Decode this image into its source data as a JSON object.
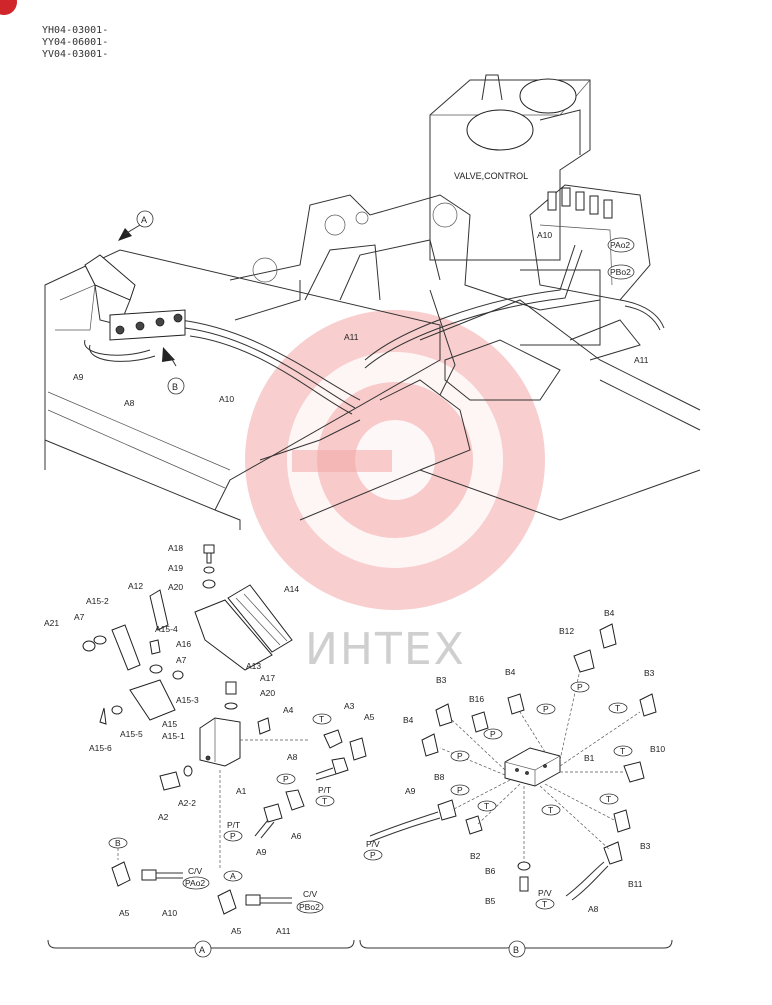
{
  "serials": [
    "YH04-03001-",
    "YY04-06001-",
    "YV04-03001-"
  ],
  "overview": {
    "valve_label": "VALVE,CONTROL",
    "callout_a": "A",
    "callout_b": "B",
    "labels": {
      "a9": "A9",
      "a8": "A8",
      "a10_left": "A10",
      "a10_valve": "A10",
      "a11_center": "A11",
      "a11_right": "A11"
    },
    "ports": {
      "pao2": "PAo2",
      "pbo2": "PBo2"
    }
  },
  "watermark": {
    "text": "ИНТЕХ",
    "color": "#f2a6a6"
  },
  "detail_a": {
    "section_label": "A",
    "parts": {
      "a18": "A18",
      "a19": "A19",
      "a20_top": "A20",
      "a14": "A14",
      "a12": "A12",
      "a15_2": "A15-2",
      "a7_left": "A7",
      "a21": "A21",
      "a15_4": "A15-4",
      "a16": "A16",
      "a7_right": "A7",
      "a15_3": "A15-3",
      "a17": "A17",
      "a13": "A13",
      "a20_mid": "A20",
      "a4": "A4",
      "a3": "A3",
      "a5_top": "A5",
      "a15": "A15",
      "a15_1": "A15-1",
      "a15_5": "A15-5",
      "a15_6": "A15-6",
      "a8": "A8",
      "a1": "A1",
      "a2_2": "A2-2",
      "a2": "A2",
      "a6": "A6",
      "a9": "A9",
      "a5_left": "A5",
      "a10": "A10",
      "a5_bottom": "A5",
      "a11": "A11"
    },
    "port_tags": {
      "t_top": "T",
      "p_mid": "P",
      "pt_right": "P/T",
      "t_right": "T",
      "pt_lower": "P/T",
      "p_lower": "P",
      "b_tag": "B",
      "a_tag": "A",
      "cv_1": "C/V",
      "cv_2": "C/V",
      "pao2": "PAo2",
      "pbo2": "PBo2"
    }
  },
  "detail_b": {
    "section_label": "B",
    "parts": {
      "b4_top": "B4",
      "b12": "B12",
      "b3_top": "B3",
      "b4_mid": "B4",
      "b3_left": "B3",
      "b16": "B16",
      "b4_left": "B4",
      "b1": "B1",
      "b10": "B10",
      "b8": "B8",
      "a9": "A9",
      "b2": "B2",
      "b3_right": "B3",
      "b6": "B6",
      "b11": "B11",
      "b5": "B5",
      "a8": "A8"
    },
    "port_tags": {
      "p_b12": "P",
      "p_b4": "P",
      "t_b3": "T",
      "p_b16": "P",
      "p_b4l": "P",
      "t_b10": "T",
      "p_b8": "P",
      "t_b2": "T",
      "t_b3r": "T",
      "t_b11": "T",
      "pv": "P/V",
      "p_pv": "P",
      "pv_b5": "P/V",
      "t_b5": "T"
    }
  }
}
